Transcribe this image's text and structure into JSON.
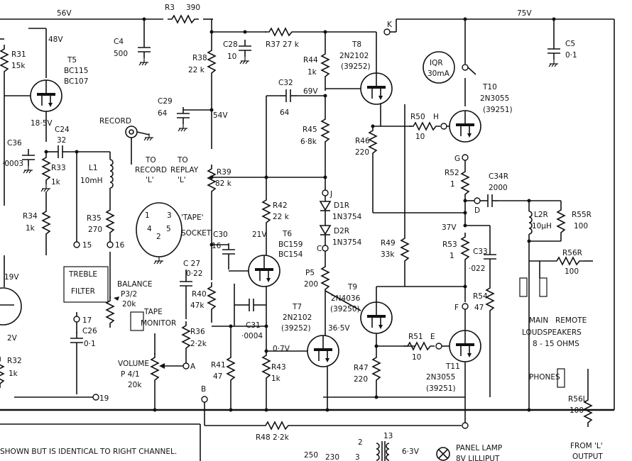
{
  "rails": {
    "v56": "56V",
    "v75": "75V",
    "v48": "48V"
  },
  "resistors": {
    "R3": {
      "ref": "R3",
      "val": "390"
    },
    "R31": {
      "ref": "R31",
      "val": "15k"
    },
    "R33": {
      "ref": "R33",
      "val": "1k"
    },
    "R34": {
      "ref": "R34",
      "val": "1k"
    },
    "R35": {
      "ref": "R35",
      "val": "270"
    },
    "R38": {
      "ref": "R38",
      "val": "22 k"
    },
    "R37": {
      "ref": "R37 27 k",
      "val": ""
    },
    "R44": {
      "ref": "R44",
      "val": "1k"
    },
    "R45": {
      "ref": "R45",
      "val": "6·8k"
    },
    "R46": {
      "ref": "R46",
      "val": "220"
    },
    "R39": {
      "ref": "R39",
      "val": "82 k"
    },
    "R42": {
      "ref": "R42",
      "val": "22 k"
    },
    "R40": {
      "ref": "R40",
      "val": "47k"
    },
    "R36": {
      "ref": "R36",
      "val": "2·2k"
    },
    "R41": {
      "ref": "R41",
      "val": "47"
    },
    "R43": {
      "ref": "R43",
      "val": "1k"
    },
    "R47": {
      "ref": "R47",
      "val": "220"
    },
    "R49": {
      "ref": "R49",
      "val": "33k"
    },
    "R50": {
      "ref": "R50",
      "val": "10"
    },
    "R51": {
      "ref": "R51",
      "val": "10"
    },
    "R52": {
      "ref": "R52",
      "val": "1"
    },
    "R53": {
      "ref": "R53",
      "val": "1"
    },
    "R54": {
      "ref": "R54",
      "val": "47"
    },
    "R55R": {
      "ref": "R55R",
      "val": "100"
    },
    "R56R": {
      "ref": "R56R",
      "val": "100"
    },
    "R56L": {
      "ref": "R56L",
      "val": "100"
    },
    "R48": {
      "ref": "R48 2·2k",
      "val": ""
    },
    "R32": {
      "ref": "R32",
      "val": "1k"
    }
  },
  "capacitors": {
    "C4": {
      "ref": "C4",
      "val": "500"
    },
    "C28": {
      "ref": "C28",
      "val": "10"
    },
    "C5": {
      "ref": "C5",
      "val": "0·1"
    },
    "C29": {
      "ref": "C29",
      "val": "64"
    },
    "C32": {
      "ref": "C32",
      "val": "64"
    },
    "C24": {
      "ref": "C24",
      "val": "32"
    },
    "C36": {
      "ref": "C36",
      "val": "·0003"
    },
    "C30": {
      "ref": "C30",
      "val": "16"
    },
    "C27": {
      "ref": "C 27",
      "val": "0·22"
    },
    "C31": {
      "ref": "C31",
      "val": "·0004"
    },
    "C33": {
      "ref": "C33",
      "val": "·022"
    },
    "C34R": {
      "ref": "C34R",
      "val": "2000"
    },
    "C26": {
      "ref": "C26",
      "val": "0·1"
    }
  },
  "transistors": {
    "T5": {
      "ref": "T5",
      "type": "BC115",
      "alt": "BC107"
    },
    "T6": {
      "ref": "T6",
      "type": "BC159",
      "alt": "BC154"
    },
    "T7": {
      "ref": "T7",
      "type": "2N2102",
      "alt": "(39252)"
    },
    "T8": {
      "ref": "T8",
      "type": "2N2102",
      "alt": "(39252)"
    },
    "T9": {
      "ref": "T9",
      "type": "2N4036",
      "alt": "(39250)"
    },
    "T10": {
      "ref": "T10",
      "type": "2N3055",
      "alt": "(39251)"
    },
    "T11": {
      "ref": "T11",
      "type": "2N3055",
      "alt": "(39251)"
    }
  },
  "diodes": {
    "D1R": {
      "ref": "D1R",
      "type": "1N3754"
    },
    "D2R": {
      "ref": "D2R",
      "type": "1N3754"
    }
  },
  "inductors": {
    "L1": {
      "ref": "L1",
      "val": "10mH"
    },
    "L2R": {
      "ref": "L2R",
      "val": "10μH"
    }
  },
  "pots": {
    "P5": {
      "ref": "P5",
      "val": "200"
    },
    "balance": {
      "name": "BALANCE",
      "ref": "P3/2",
      "val": "20k"
    },
    "volume": {
      "name": "VOLUME",
      "ref": "P 4/1",
      "val": "20k"
    }
  },
  "voltages": {
    "t5e": "18·5V",
    "v69": "69V",
    "v54": "54V",
    "v21": "21V",
    "v36": "36·5V",
    "v07": "0·7V",
    "v37": "37V",
    "v19": "19V",
    "v2": "2V"
  },
  "terminals": {
    "K": "K",
    "H": "H",
    "G": "G",
    "D": "D",
    "J": "J",
    "C": "C",
    "F": "F",
    "E": "E",
    "A": "A",
    "B": "B",
    "t15": "15",
    "t16": "16",
    "t17": "17",
    "t19": "19"
  },
  "labels": {
    "record": "RECORD",
    "to_record": [
      "TO",
      "RECORD",
      "'L'"
    ],
    "to_replay": [
      "TO",
      "REPLAY",
      "'L'"
    ],
    "tape": "'TAPE'",
    "socket": "SOCKET",
    "treble": "TREBLE",
    "filter": "FILTER",
    "tape_monitor": [
      "TAPE",
      "MONITOR"
    ],
    "iqr": [
      "IQR",
      "30mA"
    ],
    "main": "MAIN",
    "remote": "REMOTE",
    "loudspeakers": "LOUDSPEAKERS",
    "ohms": "8 - 15 OHMS",
    "phones": "PHONES",
    "from_l": [
      "FROM 'L'",
      "OUTPUT"
    ],
    "note": "SHOWN BUT IS IDENTICAL TO RIGHT CHANNEL.",
    "panel_lamp": [
      "PANEL LAMP",
      "8V LILLIPUT"
    ],
    "v63": "6·3V",
    "tx_250": "250",
    "tx_230": "230",
    "tx_2": "2",
    "tx_3": "3",
    "tx_13": "13",
    "din_pins": [
      "1",
      "3",
      "4",
      "2",
      "5"
    ]
  }
}
